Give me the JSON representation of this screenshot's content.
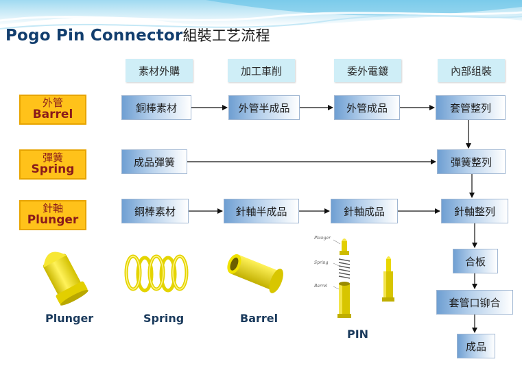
{
  "title": {
    "en": "Pogo Pin Connector",
    "zh": "組裝工艺流程"
  },
  "column_headers": [
    "素材外購",
    "加工車削",
    "委外電鍍",
    "內部组裝"
  ],
  "rows": {
    "barrel": {
      "zh": "外管",
      "en": "Barrel"
    },
    "spring": {
      "zh": "彈簧",
      "en": "Spring"
    },
    "plunger": {
      "zh": "針軸",
      "en": "Plunger"
    }
  },
  "steps": {
    "barrel_raw": "銅棒素材",
    "barrel_semi": "外管半成品",
    "barrel_done": "外管成品",
    "barrel_arrange": "套管整列",
    "spring_done": "成品彈簧",
    "spring_arrange": "彈簧整列",
    "plunger_raw": "銅棒素材",
    "plunger_semi": "針軸半成品",
    "plunger_done": "針軸成品",
    "plunger_arrange": "針軸整列",
    "merge": "合板",
    "rivet": "套管口铆合",
    "final": "成品"
  },
  "parts": {
    "plunger": "Plunger",
    "spring": "Spring",
    "barrel": "Barrel",
    "pin": "PIN",
    "pin_labels": [
      "Plunger",
      "Spring",
      "Barrel"
    ]
  },
  "colors": {
    "title": "#123e6e",
    "header_bg": "#cfeef7",
    "label_bg": "#ffc21a",
    "label_text": "#8a1a1a",
    "part_yellow": "#f2e200"
  }
}
